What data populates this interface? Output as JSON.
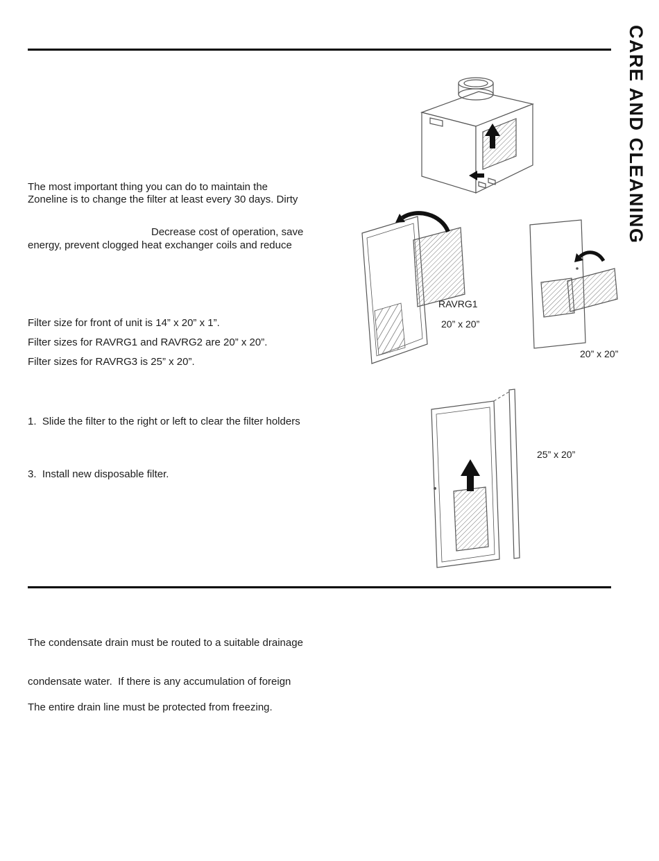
{
  "document": {
    "side_title": "CARE AND CLEANING",
    "maintain": {
      "line1": "The most important thing you can do to maintain the",
      "line2": "Zoneline is to change the filter at least every 30 days. Dirty",
      "line3_indent": "Decrease cost of operation, save",
      "line4": "energy, prevent clogged heat exchanger coils and reduce"
    },
    "filter_sizes": [
      "Filter size for front of unit is 14” x 20” x 1”.",
      "Filter sizes for RAVRG1 and RAVRG2 are 20” x 20”.",
      "Filter sizes for RAVRG3 is 25” x 20”."
    ],
    "steps": {
      "step1": "1.  Slide the filter to the right or left to clear the filter holders",
      "step3": "3.  Install new disposable filter."
    },
    "figures": {
      "ravrg1_label": "RAVRG1",
      "ravrg1_size": "20” x 20”",
      "ravrg2_size": "20” x 20”",
      "ravrg3_size": "25” x 20”"
    },
    "drain": {
      "line1": "The condensate drain must be routed to a suitable drainage",
      "line2": "condensate water.  If there is any accumulation of foreign",
      "line3": "The entire drain line must be protected from freezing."
    }
  }
}
